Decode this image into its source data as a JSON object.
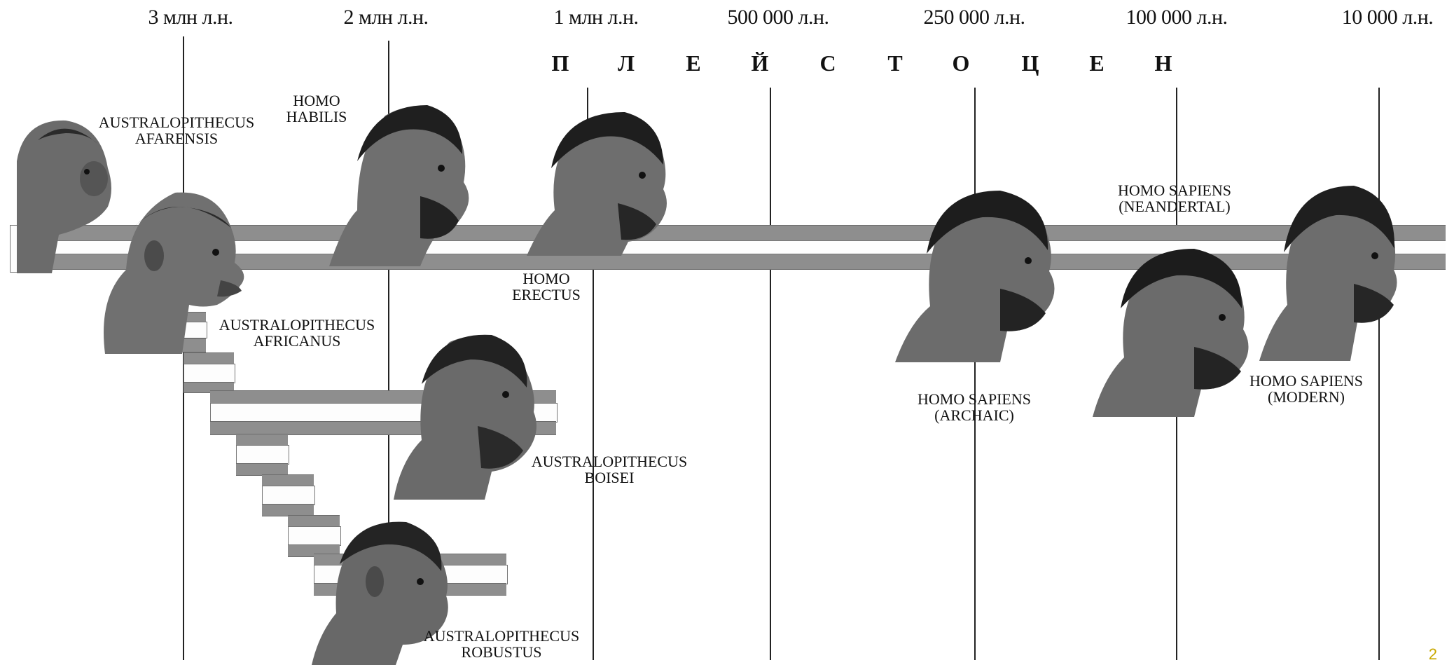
{
  "timeline": {
    "ticks": [
      "3 млн л.н.",
      "2 млн л.н.",
      "1 млн л.н.",
      "500 000 л.н.",
      "250 000 л.н.",
      "100 000 л.н.",
      "10 000 л.н."
    ],
    "epoch_letters": [
      "П",
      "Л",
      "Е",
      "Й",
      "С",
      "Т",
      "О",
      "Ц",
      "Е",
      "Н"
    ]
  },
  "species": {
    "afarensis": [
      "AUSTRALOPITHECUS",
      "AFARENSIS"
    ],
    "habilis": [
      "HOMO",
      "HABILIS"
    ],
    "erectus": [
      "HOMO",
      "ERECTUS"
    ],
    "africanus": [
      "AUSTRALOPITHECUS",
      "AFRICANUS"
    ],
    "boisei": [
      "AUSTRALOPITHECUS",
      "BOISEI"
    ],
    "robustus": [
      "AUSTRALOPITHECUS",
      "ROBUSTUS"
    ],
    "archaic": [
      "HOMO SAPIENS",
      "(ARCHAIC)"
    ],
    "neandertal": [
      "HOMO SAPIENS",
      "(NEANDERTAL)"
    ],
    "modern": [
      "HOMO SAPIENS",
      "(MODERN)"
    ]
  },
  "page_number": "2",
  "colors": {
    "bar": "#8e8e8e",
    "line": "#222222",
    "page_number": "#c8a800"
  }
}
